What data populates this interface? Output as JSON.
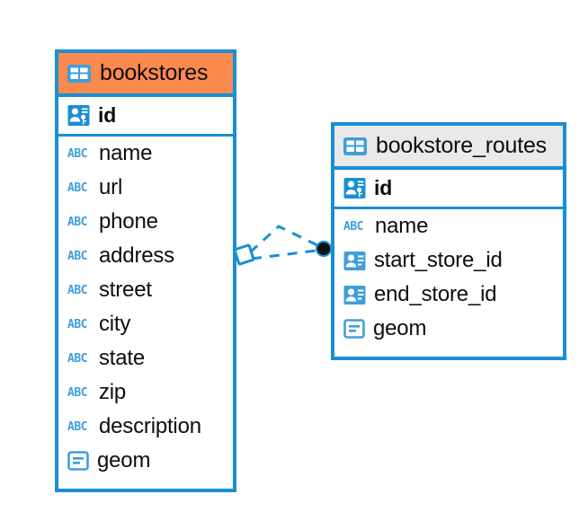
{
  "diagram": {
    "type": "entity-relationship-diagram",
    "background": "#ffffff",
    "accent_border": "#1a8fd4",
    "accent_icon": "#3f9fd9",
    "entities": [
      {
        "name": "bookstores",
        "header_color": "#fb8a4e",
        "title_icon": "table-icon",
        "fields": [
          {
            "label": "id",
            "icon": "primary-key-icon",
            "primary": true
          },
          {
            "label": "name",
            "icon": "abc-icon",
            "primary": false
          },
          {
            "label": "url",
            "icon": "abc-icon",
            "primary": false
          },
          {
            "label": "phone",
            "icon": "abc-icon",
            "primary": false
          },
          {
            "label": "address",
            "icon": "abc-icon",
            "primary": false
          },
          {
            "label": "street",
            "icon": "abc-icon",
            "primary": false
          },
          {
            "label": "city",
            "icon": "abc-icon",
            "primary": false
          },
          {
            "label": "state",
            "icon": "abc-icon",
            "primary": false
          },
          {
            "label": "zip",
            "icon": "abc-icon",
            "primary": false
          },
          {
            "label": "description",
            "icon": "abc-icon",
            "primary": false
          },
          {
            "label": "geom",
            "icon": "geometry-icon",
            "primary": false
          }
        ]
      },
      {
        "name": "bookstore_routes",
        "header_color": "#e9e9e9",
        "title_icon": "table-icon",
        "fields": [
          {
            "label": "id",
            "icon": "primary-key-icon",
            "primary": true
          },
          {
            "label": "name",
            "icon": "abc-icon",
            "primary": false
          },
          {
            "label": "start_store_id",
            "icon": "foreign-key-icon",
            "primary": false
          },
          {
            "label": "end_store_id",
            "icon": "foreign-key-icon",
            "primary": false
          },
          {
            "label": "geom",
            "icon": "geometry-icon",
            "primary": false
          }
        ]
      }
    ],
    "relationship": {
      "source_entity": "bookstores",
      "target_entity": "bookstore_routes",
      "source_marker": "diamond-marker",
      "target_marker": "filled-circle-marker",
      "line_style": "dashed",
      "line_color": "#1a8fd4"
    },
    "icon_glyphs": {
      "abc": "ABC"
    }
  }
}
